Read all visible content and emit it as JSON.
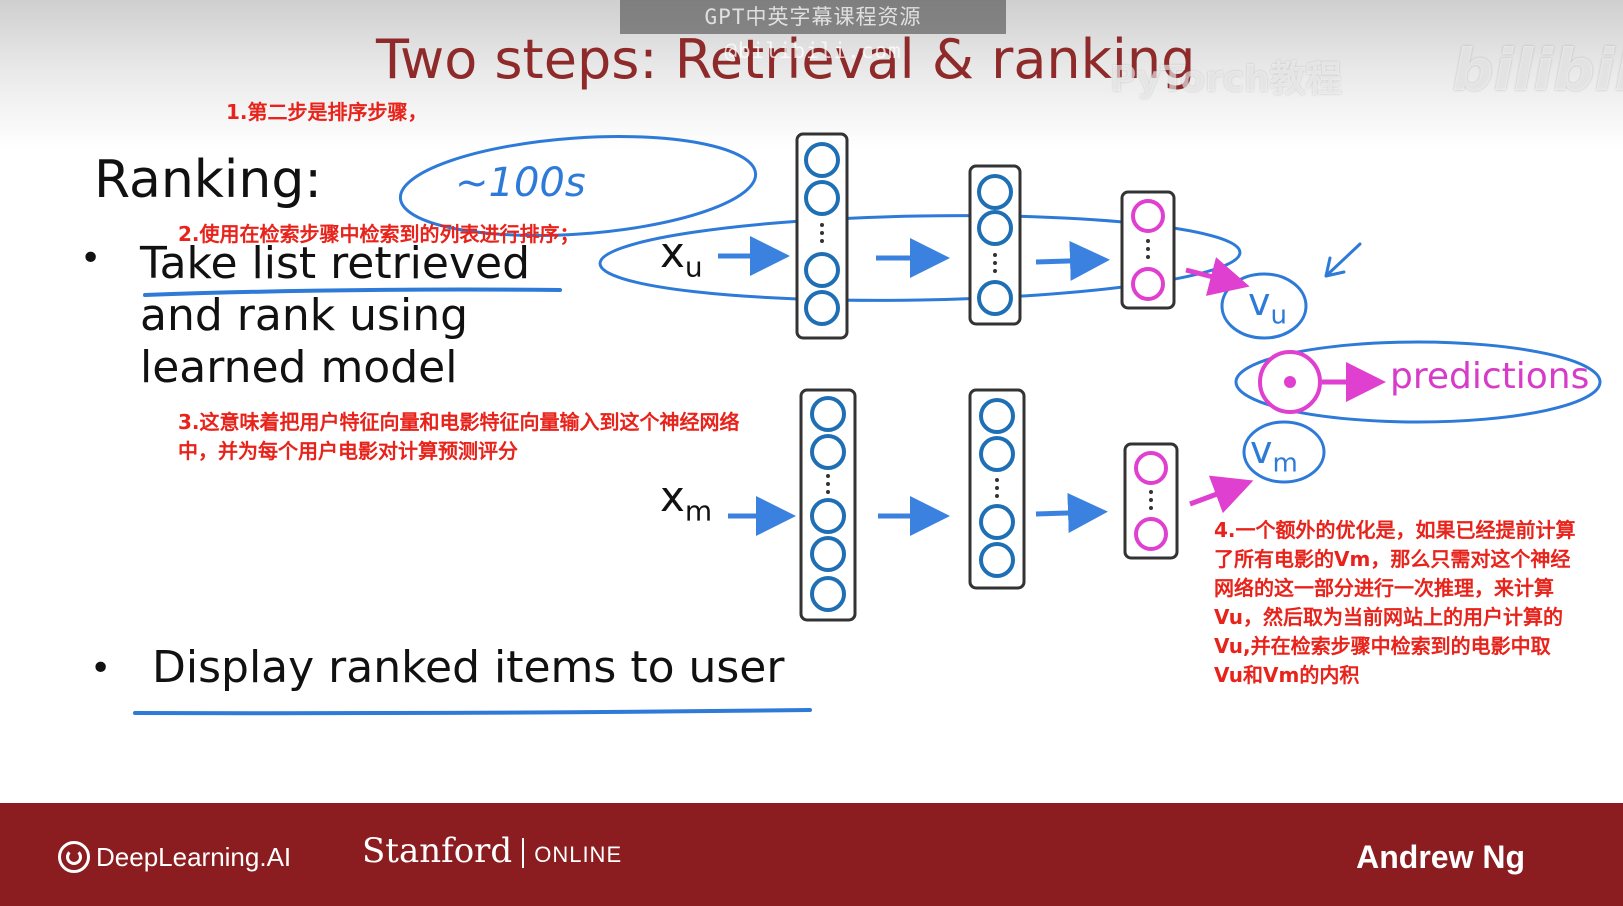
{
  "overlay": {
    "top_watermark": "GPT中英字幕课程资源@bilibili.com",
    "right_watermark": "PyTorch教程",
    "logo_watermark": "bilibili"
  },
  "slide": {
    "title": "Two steps: Retrieval & ranking",
    "heading": "Ranking:",
    "bullet_symbol": "•",
    "bullets": {
      "first_line1": "Take list retrieved",
      "first_line2": "and rank using",
      "first_line3": "learned model",
      "second": "Display ranked items to user"
    },
    "handwritten_note": "~100s",
    "diagram": {
      "input_user": "x",
      "input_user_sub": "u",
      "input_movie": "x",
      "input_movie_sub": "m",
      "vector_user": "v",
      "vector_user_sub": "u",
      "vector_movie": "v",
      "vector_movie_sub": "m",
      "output_label": "predictions",
      "colors": {
        "neuron_blue": "#1f6fb5",
        "output_pink": "#e040d0",
        "arrow_blue": "#3b82e0",
        "ink_blue": "#2e7ad8"
      }
    }
  },
  "annotations": {
    "note1": "1.第二步是排序步骤，",
    "note2": "2.使用在检索步骤中检索到的列表进行排序；",
    "note3_line1": "3.这意味着把用户特征向量和电影特征向量输入到这个神经网络",
    "note3_line2": "中，并为每个用户电影对计算预测评分",
    "note4_line1": "4.一个额外的优化是，如果已经提前计算",
    "note4_line2": "了所有电影的Vm，那么只需对这个神经",
    "note4_line3": "网络的这一部分进行一次推理，来计算",
    "note4_line4": "Vu，然后取为当前网站上的用户计算的",
    "note4_line5": "Vu,并在检索步骤中检索到的电影中取",
    "note4_line6": "Vu和Vm的内积"
  },
  "footer": {
    "brand": "DeepLearning.AI",
    "partner": "Stanford",
    "partner_sub": "ONLINE",
    "author": "Andrew Ng"
  }
}
